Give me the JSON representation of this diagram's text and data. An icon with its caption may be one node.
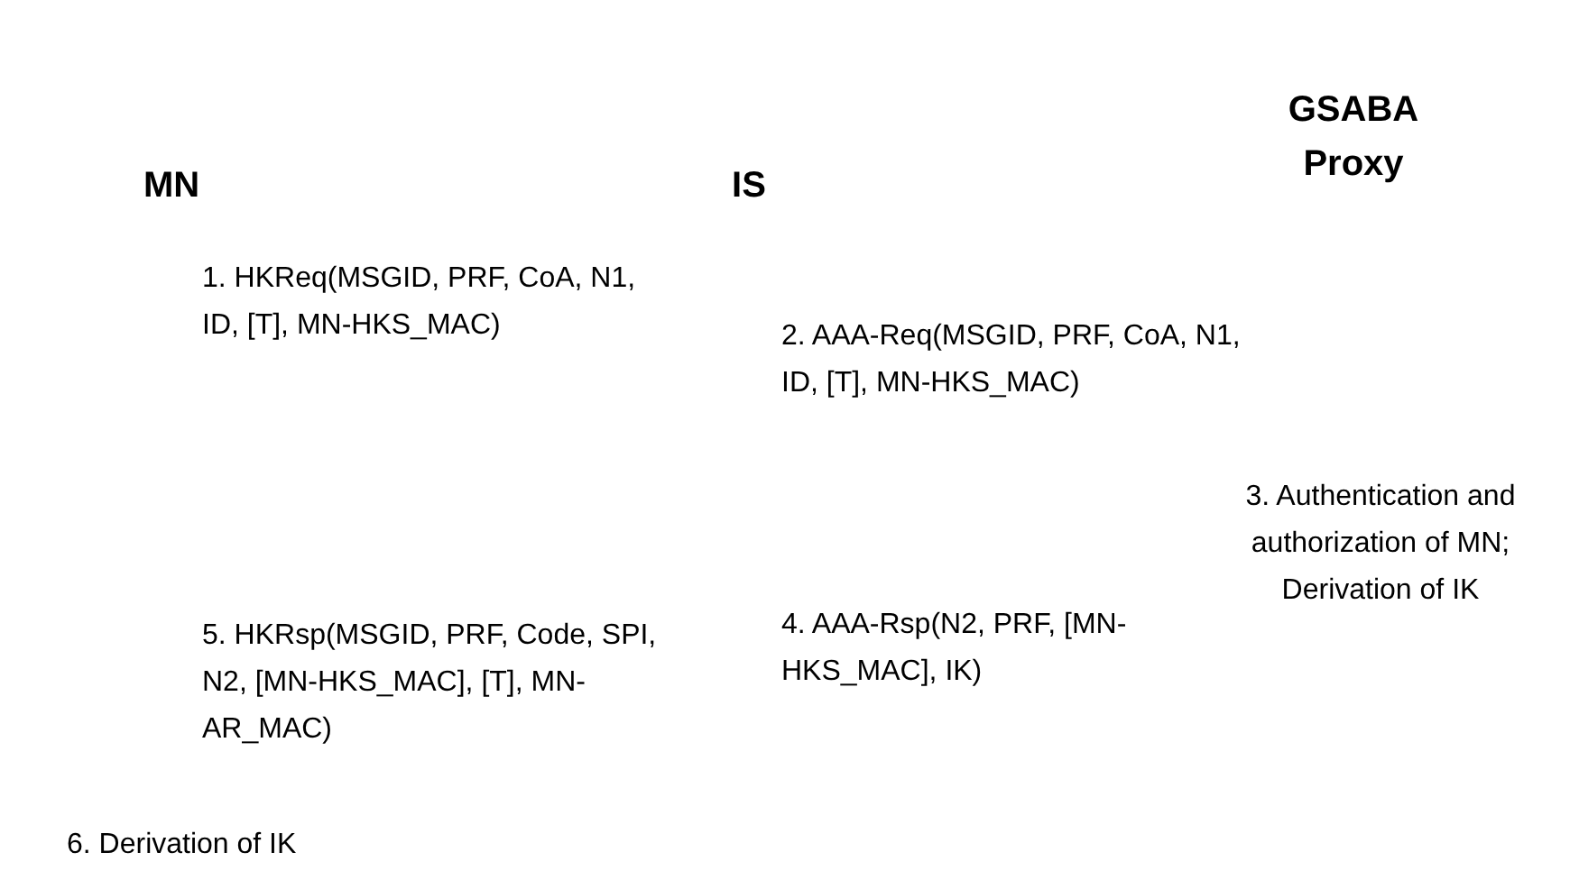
{
  "diagram": {
    "labels": [
      "MN",
      "IS",
      "GSABA Proxy",
      "1. HKReq(MSGID, PRF, CoA, N1, ID, [T], MN-HKS_MAC)",
      "2. AAA-Req(MSGID, PRF, CoA, N1, ID, [T], MN-HKS_MAC)",
      "3. Authentication and authorization of MN; Derivation of IK",
      "4. AAA-Rsp(N2, PRF, [MN-HKS_MAC], IK)",
      "5. HKRsp(MSGID, PRF, Code, SPI, N2, [MN-HKS_MAC], [T], MN-AR_MAC)",
      "6. Derivation of IK"
    ]
  }
}
